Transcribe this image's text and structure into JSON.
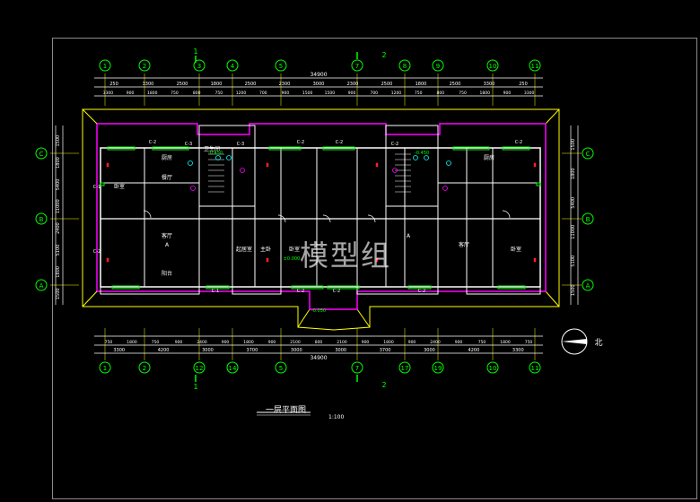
{
  "drawing": {
    "title": "一层平面图",
    "scale": "1:100",
    "watermark": "模型组",
    "north_label": "北",
    "overall_dim": "34900",
    "section_marks": [
      "1",
      "2"
    ],
    "axes_top": [
      "1",
      "2",
      "3",
      "4",
      "5",
      "7",
      "8",
      "9",
      "10",
      "11"
    ],
    "axes_bottom": [
      "1",
      "2",
      "12",
      "14",
      "5",
      "7",
      "17",
      "19",
      "10",
      "11"
    ],
    "axes_side": [
      "C",
      "B",
      "A"
    ],
    "top_dims_row1": [
      "250",
      "3300",
      "2500",
      "1800",
      "2500",
      "2300",
      "3000",
      "2300",
      "2500",
      "1800",
      "2500",
      "3300",
      "250"
    ],
    "top_dims_row2": [
      "3300",
      "900",
      "1800",
      "750",
      "800",
      "750",
      "1200",
      "700",
      "900",
      "1500",
      "1500",
      "900",
      "700",
      "1200",
      "750",
      "800",
      "750",
      "1800",
      "900",
      "3300"
    ],
    "bottom_dims_row1": [
      "750",
      "1800",
      "750",
      "900",
      "2400",
      "900",
      "1800",
      "900",
      "2100",
      "800",
      "2100",
      "900",
      "1800",
      "900",
      "2400",
      "900",
      "750",
      "1800",
      "750"
    ],
    "bottom_dims_row2": [
      "3300",
      "4200",
      "3000",
      "3700",
      "3000",
      "3000",
      "3700",
      "3000",
      "4200",
      "3300"
    ],
    "side_dims_left": [
      "1500",
      "1800",
      "5400",
      "11000",
      "2400",
      "5100",
      "1800",
      "1500"
    ],
    "side_dims_right": [
      "1500",
      "1800",
      "5400",
      "11000",
      "5100",
      "1500"
    ],
    "room_labels": [
      "卧室",
      "厨房",
      "餐厅",
      "客厅",
      "A",
      "阳台",
      "卫生间",
      "起居室",
      "主卧",
      "卧室",
      "A",
      "客厅",
      "卧室",
      "厨房"
    ],
    "window_labels": [
      "C-1",
      "C-2",
      "C-3",
      "C-2",
      "C-2",
      "C-2",
      "C-3",
      "C-2",
      "C-1",
      "C-2",
      "C-2",
      "C-2",
      "C-2"
    ],
    "elevations": [
      "-0.450",
      "-0.450",
      "-0.050",
      "±0.000"
    ]
  }
}
